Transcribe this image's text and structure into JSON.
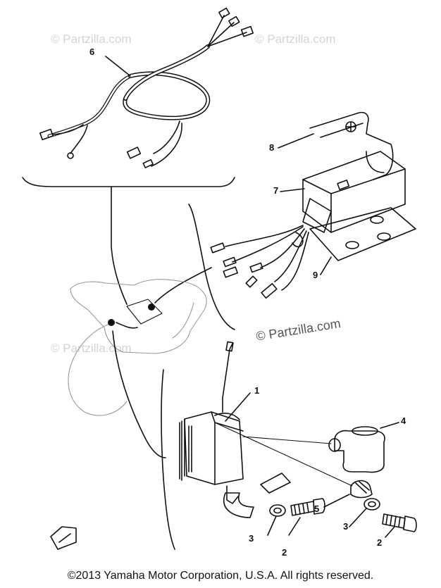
{
  "watermark": {
    "text": "© Partzilla.com"
  },
  "callouts": {
    "c1": "1",
    "c2a": "2",
    "c2b": "2",
    "c3a": "3",
    "c3b": "3",
    "c4": "4",
    "c5": "5",
    "c6": "6",
    "c7": "7",
    "c8": "8",
    "c9": "9"
  },
  "copyright": "©2013 Yamaha Motor Corporation, U.S.A. All rights reserved."
}
